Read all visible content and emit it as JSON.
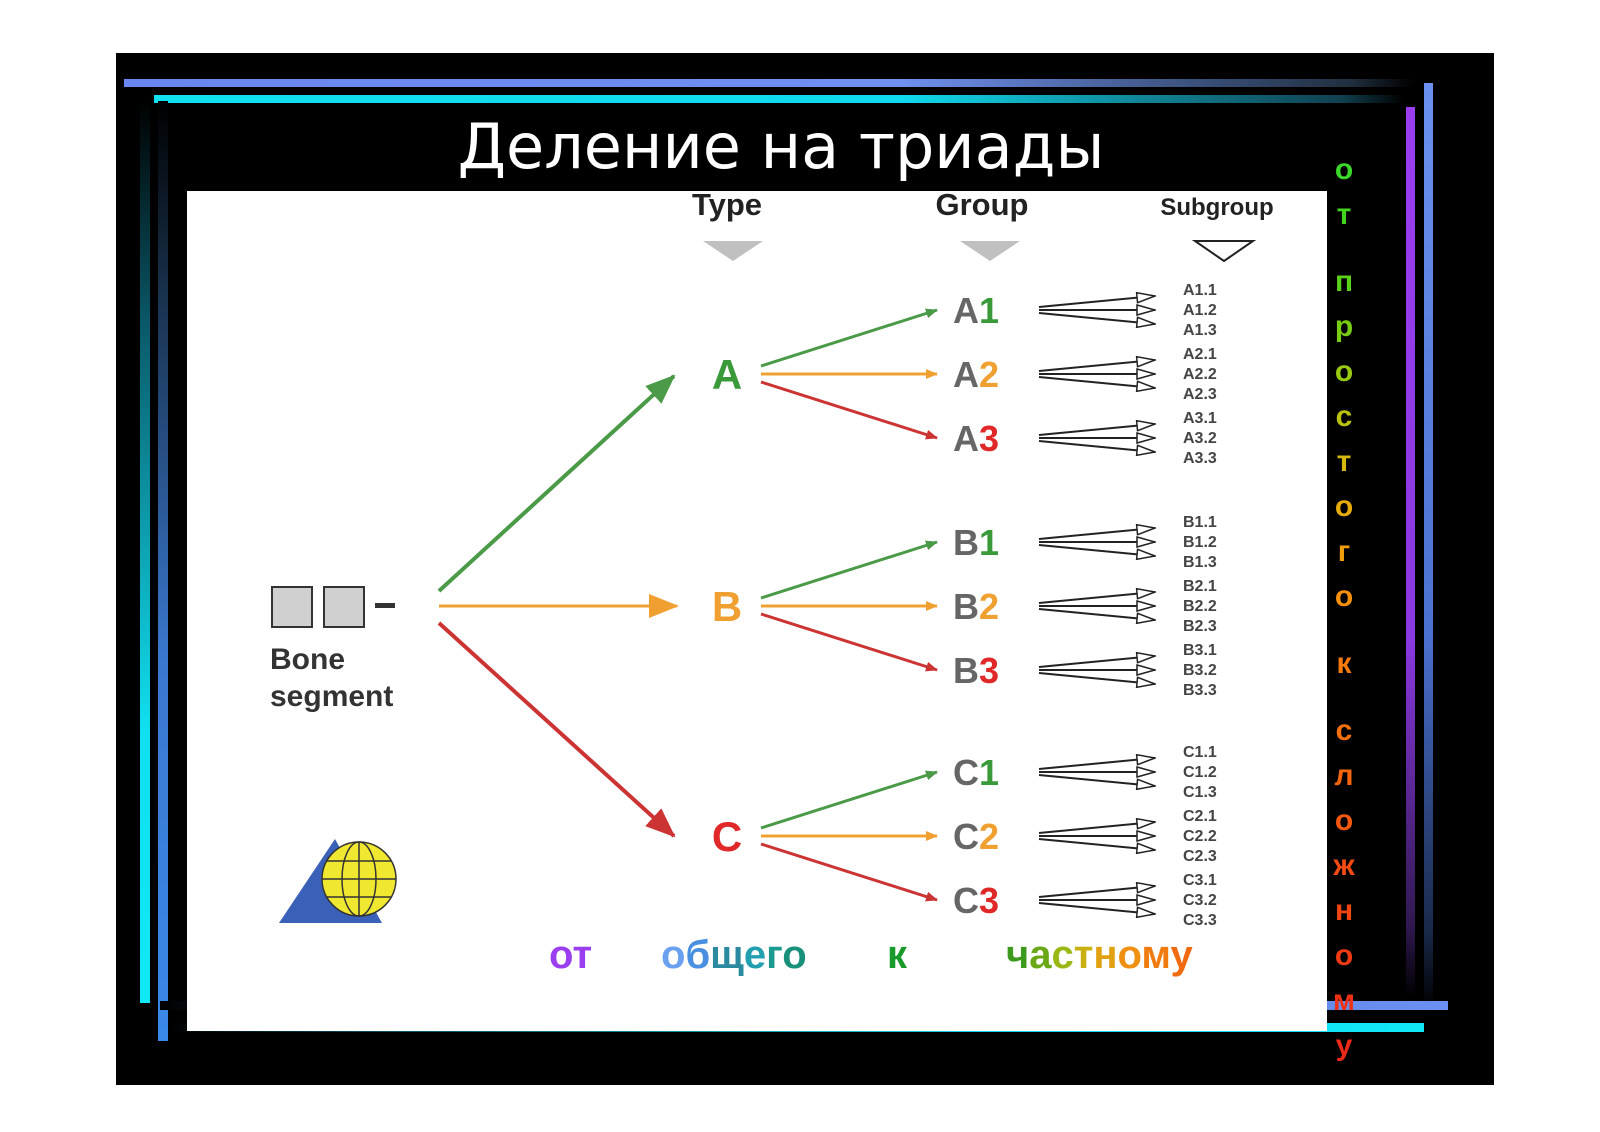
{
  "slide": {
    "title": "Деление на триады"
  },
  "headers": {
    "type": "Type",
    "group": "Group",
    "subgroup": "Subgroup"
  },
  "root": {
    "line1": "Bone",
    "line2": "segment"
  },
  "types": [
    {
      "letter": "A",
      "color": "#3a9a3a",
      "groups": [
        {
          "prefix": "A",
          "digit": "1",
          "digit_color": "#3a9a3a",
          "subgroups": [
            "A1.1",
            "A1.2",
            "A1.3"
          ]
        },
        {
          "prefix": "A",
          "digit": "2",
          "digit_color": "#f0a030",
          "subgroups": [
            "A2.1",
            "A2.2",
            "A2.3"
          ]
        },
        {
          "prefix": "A",
          "digit": "3",
          "digit_color": "#e02828",
          "subgroups": [
            "A3.1",
            "A3.2",
            "A3.3"
          ]
        }
      ]
    },
    {
      "letter": "B",
      "color": "#f0a030",
      "groups": [
        {
          "prefix": "B",
          "digit": "1",
          "digit_color": "#3a9a3a",
          "subgroups": [
            "B1.1",
            "B1.2",
            "B1.3"
          ]
        },
        {
          "prefix": "B",
          "digit": "2",
          "digit_color": "#f0a030",
          "subgroups": [
            "B2.1",
            "B2.2",
            "B2.3"
          ]
        },
        {
          "prefix": "B",
          "digit": "3",
          "digit_color": "#e02828",
          "subgroups": [
            "B3.1",
            "B3.2",
            "B3.3"
          ]
        }
      ]
    },
    {
      "letter": "C",
      "color": "#e02828",
      "groups": [
        {
          "prefix": "C",
          "digit": "1",
          "digit_color": "#3a9a3a",
          "subgroups": [
            "C1.1",
            "C1.2",
            "C1.3"
          ]
        },
        {
          "prefix": "C",
          "digit": "2",
          "digit_color": "#f0a030",
          "subgroups": [
            "C2.1",
            "C2.2",
            "C2.3"
          ]
        },
        {
          "prefix": "C",
          "digit": "3",
          "digit_color": "#e02828",
          "subgroups": [
            "C3.1",
            "C3.2",
            "C3.3"
          ]
        }
      ]
    }
  ],
  "arrow_colors": {
    "green": "#4a9a48",
    "orange": "#f0a030",
    "red": "#cc3434"
  },
  "logo_icon": "triangle-globe-icon",
  "bottom_phrase": {
    "words": [
      {
        "text": "от",
        "color": "#9a3ef0"
      },
      {
        "text": "общего",
        "colors": [
          "#6aa0f0",
          "#4a90e0",
          "#2c8aa0",
          "#22a0b0",
          "#1c9a90",
          "#18907a"
        ]
      },
      {
        "text": "к",
        "color": "#1a9a2a"
      },
      {
        "text": "частному",
        "colors": [
          "#3c9a1c",
          "#6aa818",
          "#9ab814",
          "#c8b010",
          "#e0a010",
          "#f09010",
          "#f07c10",
          "#f06a10"
        ]
      }
    ]
  },
  "vertical_phrase": {
    "words": [
      {
        "text": "от",
        "colors": [
          "#3ad82a",
          "#44d41e"
        ]
      },
      {
        "text": "простого",
        "colors": [
          "#5ad018",
          "#78cc14",
          "#98c810",
          "#b8c20e",
          "#d4b80c",
          "#e6ac0c",
          "#f09e0c",
          "#f4900c"
        ]
      },
      {
        "text": "к",
        "colors": [
          "#f47a0c"
        ]
      },
      {
        "text": "сложному",
        "colors": [
          "#f4700c",
          "#f4640c",
          "#f4580e",
          "#f44c10",
          "#f44412",
          "#f03a14",
          "#ee3216",
          "#ec2a18"
        ]
      }
    ]
  }
}
